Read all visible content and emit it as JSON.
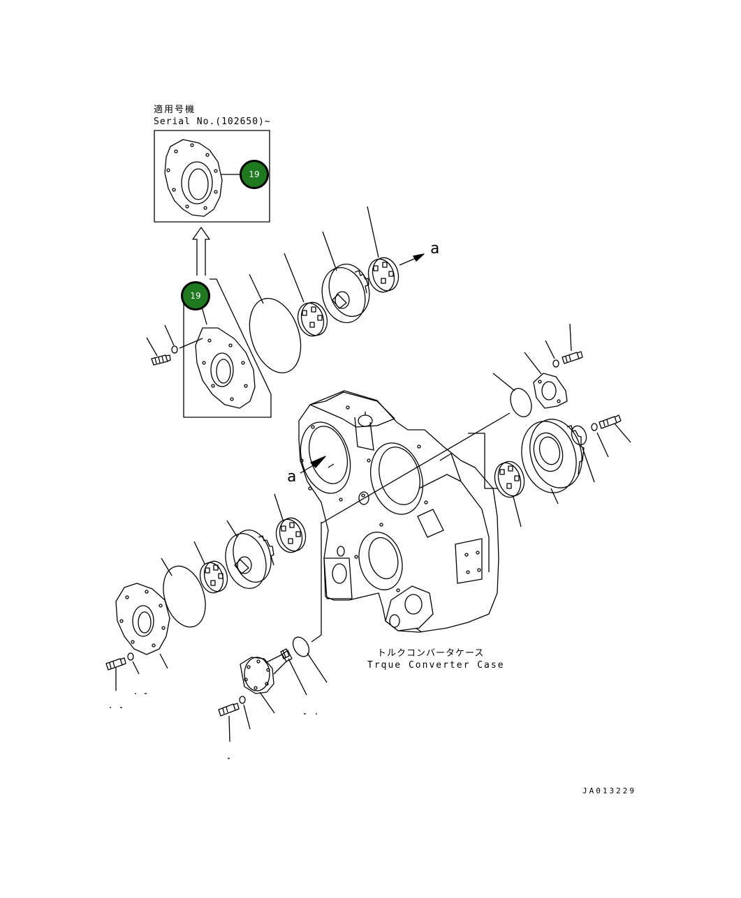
{
  "header": {
    "applicable_jp": "適用号機",
    "serial": "Serial No.(102650)~"
  },
  "callouts": [
    {
      "label": "19",
      "color": "#1e7a1e"
    },
    {
      "label": "19",
      "color": "#1e7a1e"
    }
  ],
  "view_markers": {
    "upper": "a",
    "lower": "a"
  },
  "case_label": {
    "jp": "トルクコンバータケース",
    "en": "Trque Converter Case"
  },
  "drawing_id": "JA013229"
}
